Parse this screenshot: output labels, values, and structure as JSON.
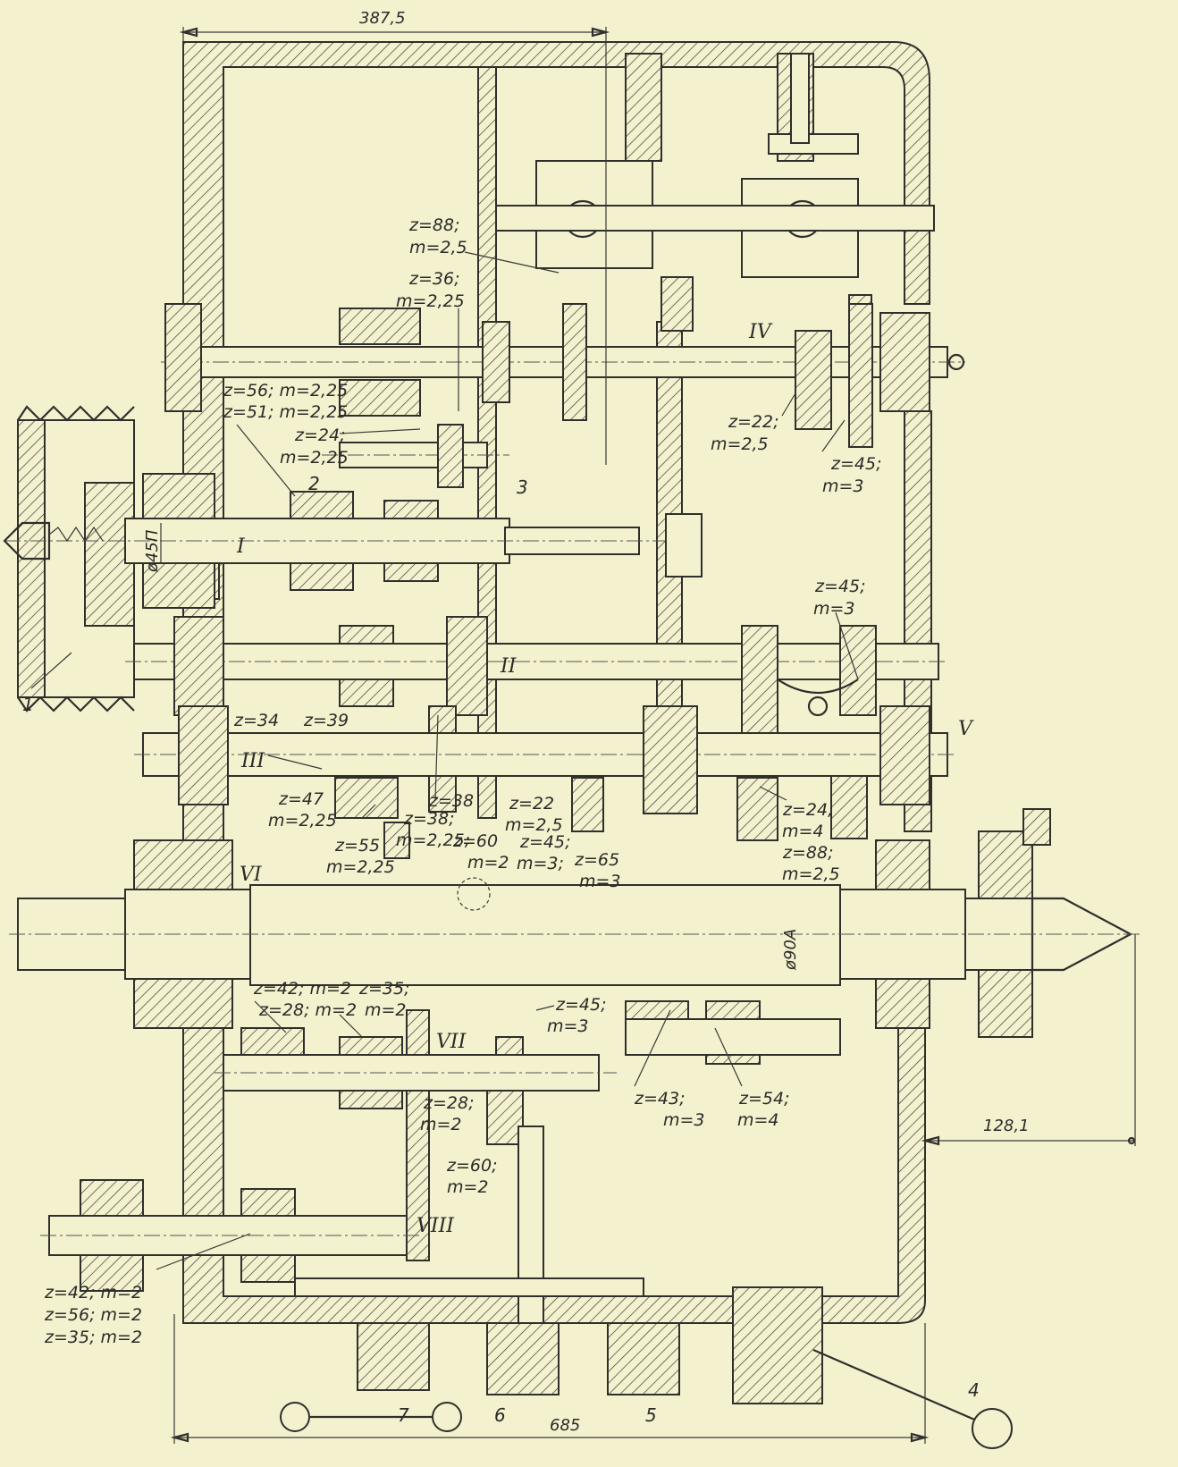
{
  "dimensions": {
    "top_width": "387,5",
    "bottom_width": "685",
    "right_offset": "128,1",
    "input_shaft_diameter": "ø45П",
    "spindle_diameter": "ø90А"
  },
  "shafts": [
    "I",
    "II",
    "III",
    "IV",
    "V",
    "VI",
    "VII",
    "VIII"
  ],
  "callouts": [
    "1",
    "2",
    "3",
    "4",
    "5",
    "6",
    "7"
  ],
  "gear_labels": [
    [
      "z=88;",
      "m=2,5"
    ],
    [
      "z=36;",
      "m=2,25"
    ],
    [
      "z=56; m=2,25"
    ],
    [
      "z=51; m=2,25"
    ],
    [
      "z=24;",
      "m=2,25"
    ],
    [
      "z=22;",
      "m=2,5"
    ],
    [
      "z=45;",
      "m=3"
    ],
    [
      "z=45;",
      "m=3"
    ],
    [
      "z=34"
    ],
    [
      "z=39"
    ],
    [
      "z=47",
      "m=2,25"
    ],
    [
      "z=38"
    ],
    [
      "z=55",
      "m=2,25"
    ],
    [
      "z=38;",
      "m=2,25;"
    ],
    [
      "z=60",
      "m=2"
    ],
    [
      "z=22",
      "m=2,5"
    ],
    [
      "z=45;",
      "m=3;"
    ],
    [
      "z=65",
      "m=3"
    ],
    [
      "z=24;",
      "m=4"
    ],
    [
      "z=88;",
      "m=2,5"
    ],
    [
      "z=42; m=2"
    ],
    [
      "z=35;",
      "m=2"
    ],
    [
      "z=28; m=2"
    ],
    [
      "z=45;",
      "m=3"
    ],
    [
      "z=28;",
      "m=2"
    ],
    [
      "z=60;",
      "m=2"
    ],
    [
      "z=43;",
      "m=3"
    ],
    [
      "z=54;",
      "m=4"
    ],
    [
      "z=42; m=2",
      "z=56; m=2",
      "z=35; m=2"
    ]
  ]
}
